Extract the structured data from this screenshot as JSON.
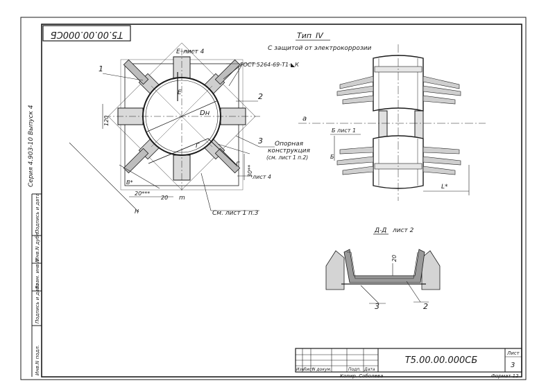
{
  "sheet": {
    "code_rotated": "Т5.00.00.000СБ",
    "series_rotated": "Серия 4.903-10  Выпуск 4",
    "type_title": "Тип",
    "type_numeral": "IV",
    "subtitle": "С защитой от электрокоррозии",
    "sheet_number": "3",
    "format": "Формат 12",
    "copied_by": "Копир. Соболева"
  },
  "left_view": {
    "callouts": {
      "c1": "1",
      "c2": "2",
      "c3": "3",
      "gost": "ГОСТ 5264-69-Т1-◣К",
      "sheet4_top": "лист 4",
      "sheet4_right": "лист 4",
      "E_top": "Е",
      "E_mid": "Е",
      "Dn": "Dн",
      "G_left": "Г",
      "G_right": "Г",
      "support_1": "Опорная",
      "support_2": "конструкция",
      "support_3": "(см. лист 1 п.2)",
      "dim_120": "120",
      "dim_30": "30**",
      "dim_20a": "20***",
      "dim_20b": "20",
      "m": "m",
      "B": "В*",
      "H": "Н",
      "see_sheet": "См. лист 1 п.3"
    }
  },
  "right_view": {
    "a": "а",
    "b_sheet": "Б лист 1",
    "b": "Б",
    "L": "L*"
  },
  "section": {
    "title": "Д-Д",
    "ref": "лист 2",
    "dim_20": "20",
    "c3": "3",
    "c2": "2"
  },
  "title_block": {
    "code": "Т5.00.00.000СБ",
    "sheet_label": "Лист",
    "cols": [
      "Изм",
      "Лист",
      "N докум.",
      "Подп.",
      "Дата"
    ]
  },
  "margin_stamps": [
    "Инв.N подл.",
    "Подпись и дата",
    "Взам. инв.N",
    "Инв.N дубл.",
    "Подпись и дата"
  ]
}
